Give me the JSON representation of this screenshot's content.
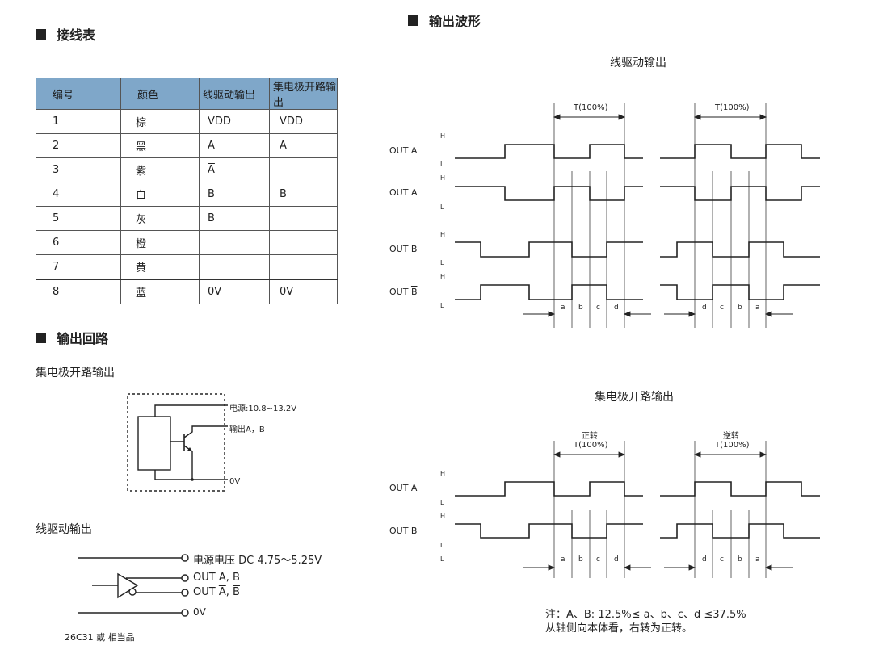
{
  "sections": {
    "wiring_table_title": "接线表",
    "output_circuit_title": "输出回路",
    "waveform_title": "输出波形"
  },
  "wiring_table": {
    "headers": [
      "编号",
      "颜色",
      "线驱动输出",
      "集电极开路输出"
    ],
    "rows": [
      {
        "no": "1",
        "color": "棕",
        "line": "VDD",
        "oc": "VDD"
      },
      {
        "no": "2",
        "color": "黑",
        "line": "A",
        "oc": "A"
      },
      {
        "no": "3",
        "color": "紫",
        "line": "A",
        "oc": ""
      },
      {
        "no": "4",
        "color": "白",
        "line": "B",
        "oc": "B"
      },
      {
        "no": "5",
        "color": "灰",
        "line": "B",
        "oc": ""
      },
      {
        "no": "6",
        "color": "橙",
        "line": "",
        "oc": ""
      },
      {
        "no": "7",
        "color": "黄",
        "line": "",
        "oc": ""
      },
      {
        "no": "8",
        "color": "蓝",
        "line": "0V",
        "oc": "0V"
      }
    ]
  },
  "output_circuit": {
    "open_collector_title": "集电极开路输出",
    "oc_supply_label": "电源:10.8~13.2V",
    "oc_output_label": "输出A，B",
    "oc_gnd_label": "0V",
    "line_driver_title": "线驱动输出",
    "ld_supply_label": "电源电压 DC 4.75～5.25V",
    "ld_out_label": "OUT A, B",
    "ld_out_inv_prefix": "OUT ",
    "ld_out_inv_a": "A",
    "ld_out_inv_sep": ", ",
    "ld_out_inv_b": "B",
    "ld_gnd_label": "0V",
    "ld_chip_note": "26C31 或 相当品"
  },
  "waveform": {
    "line_driver_subtitle": "线驱动输出",
    "open_collector_subtitle": "集电极开路输出",
    "period_label": "T(100%)",
    "forward_label": "正转",
    "reverse_label": "逆转",
    "high": "H",
    "low": "L",
    "signals": {
      "out_a": "OUT A",
      "out_a_inv_prefix": "OUT ",
      "out_a_inv": "A",
      "out_b": "OUT B",
      "out_b_inv_prefix": "OUT ",
      "out_b_inv": "B"
    },
    "forward_segments": [
      "a",
      "b",
      "c",
      "d"
    ],
    "reverse_segments": [
      "d",
      "c",
      "b",
      "a"
    ],
    "note_line1": "注：A、B:  12.5%≤ a、b、c、d ≤37.5%",
    "note_line2": "从轴侧向本体看，右转为正转。"
  },
  "colors": {
    "table_header_bg": "#7fa7c9",
    "line": "#222222"
  }
}
